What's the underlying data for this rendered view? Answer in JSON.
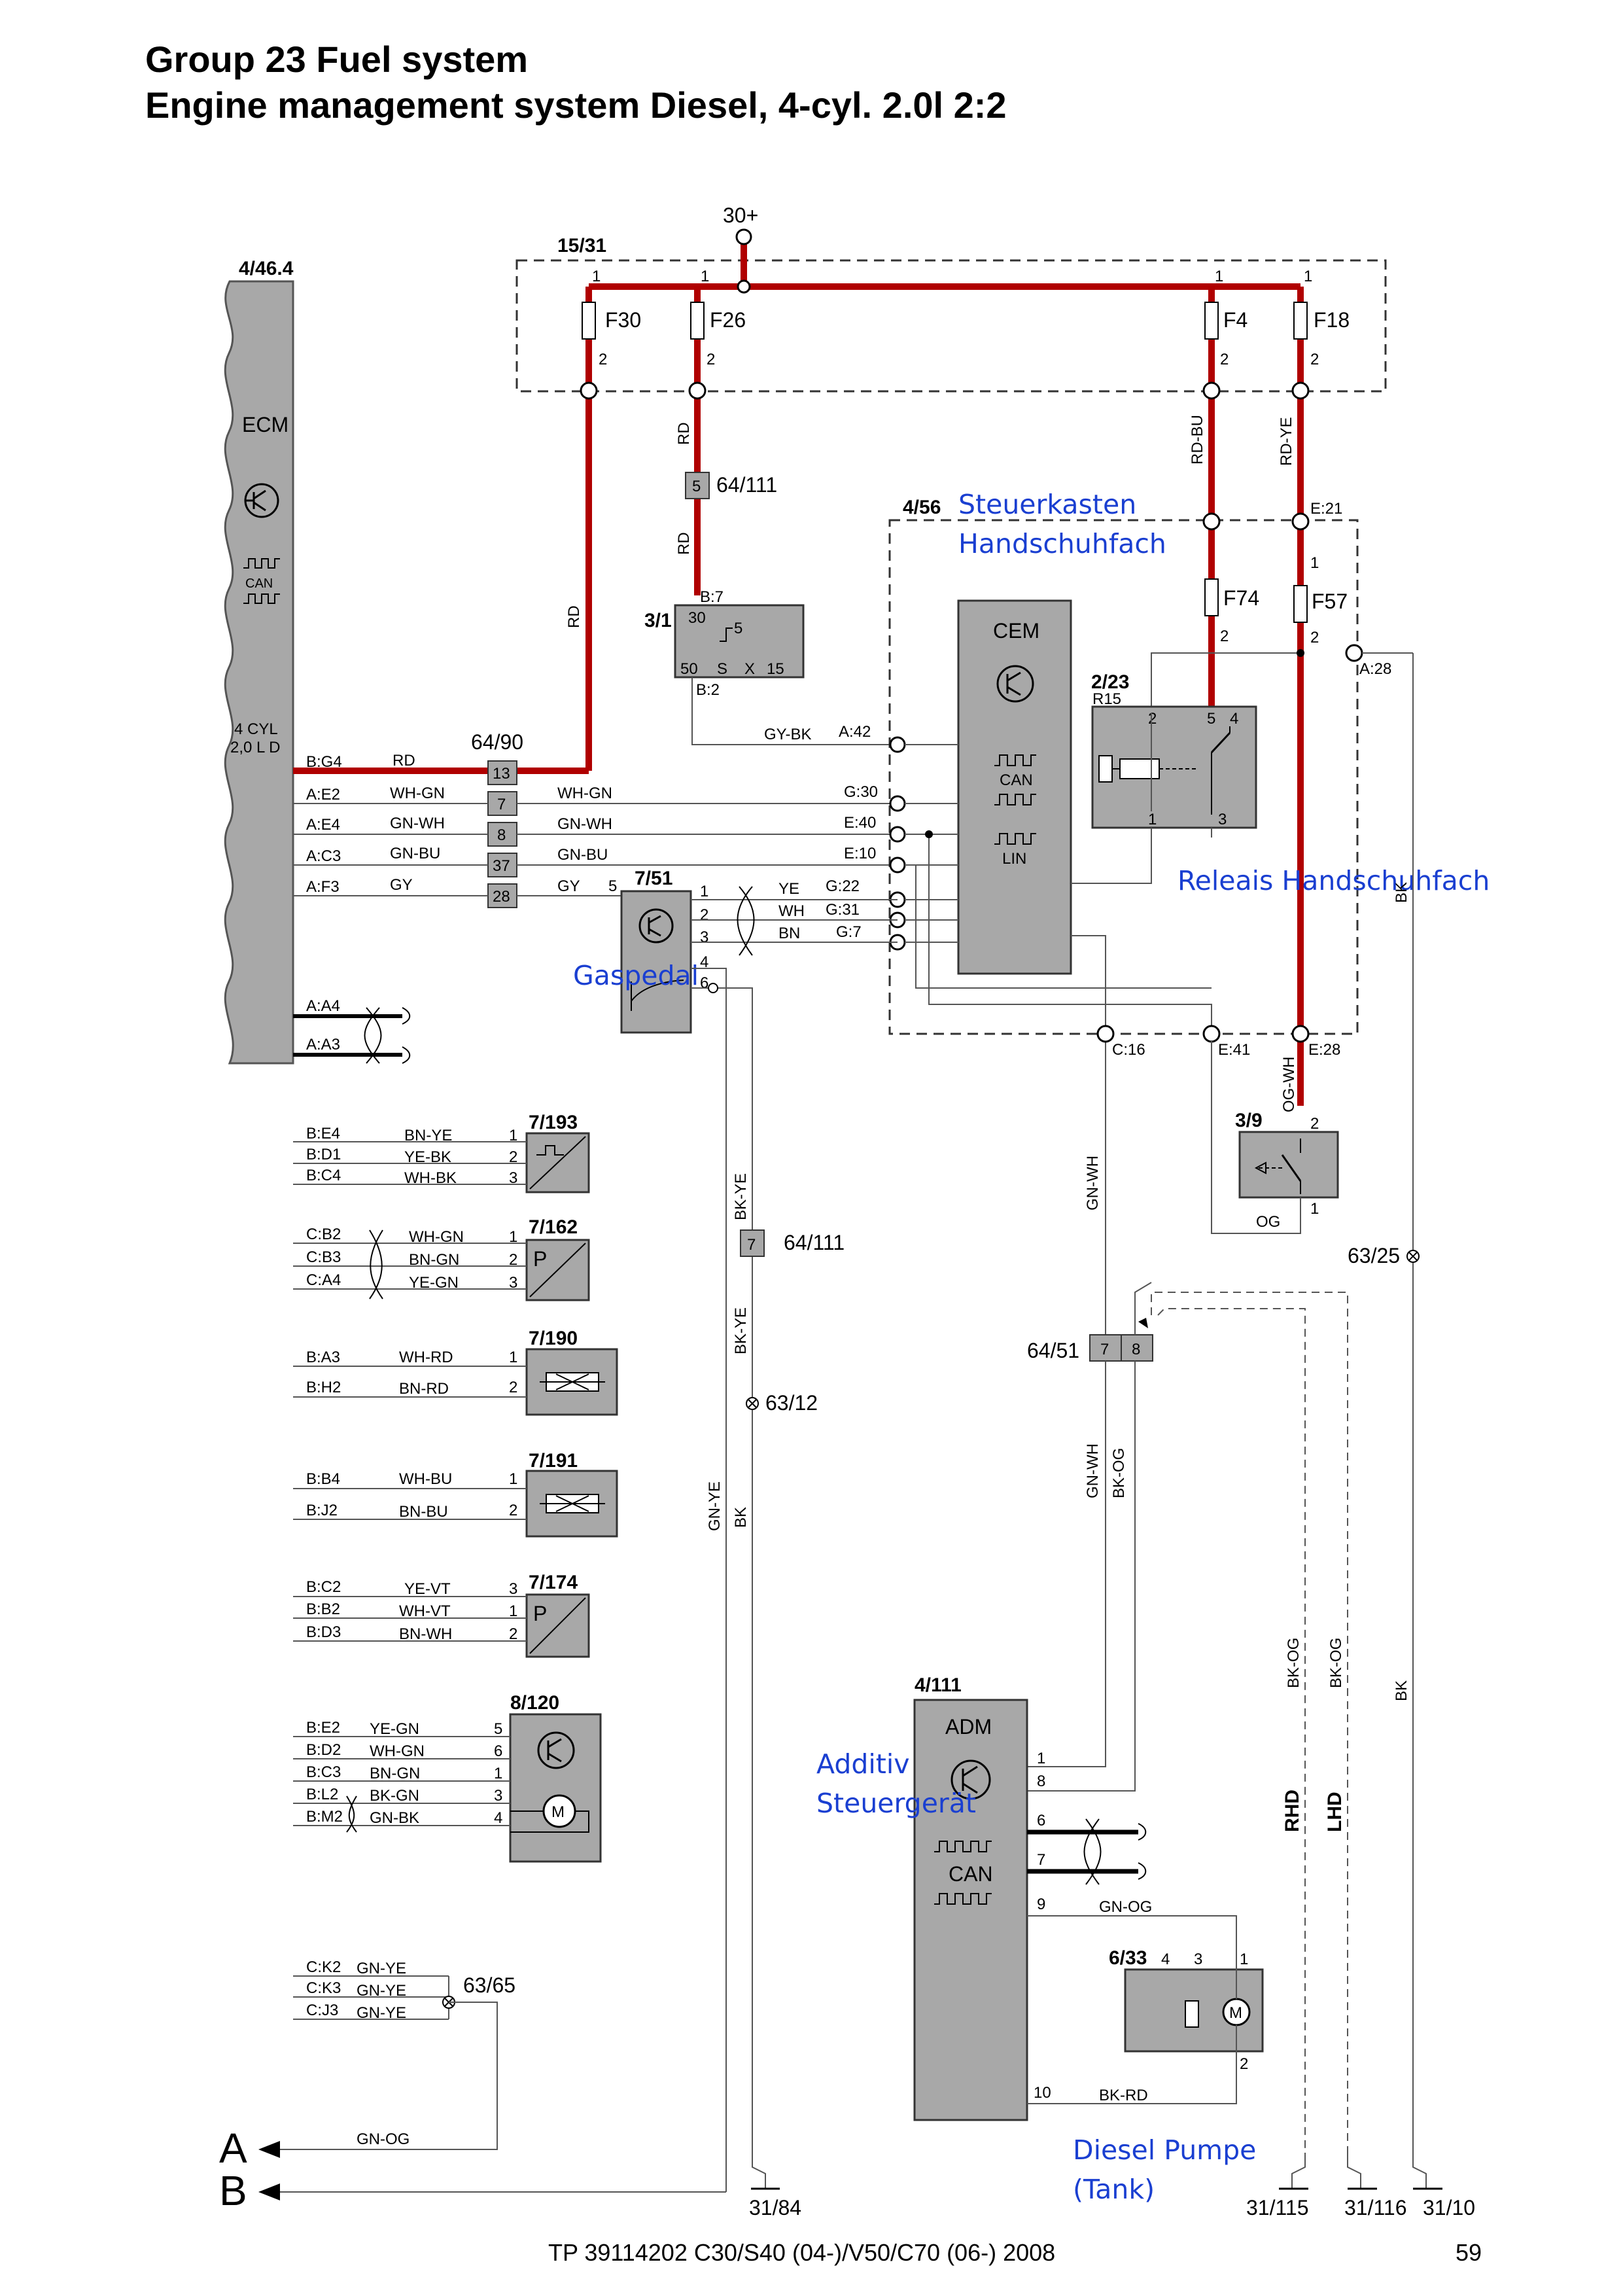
{
  "header": {
    "title_line1": "Group 23 Fuel system",
    "title_line2": "Engine management system Diesel, 4-cyl. 2.0l 2:2"
  },
  "footer": {
    "doc_ref": "TP 39114202 C30/S40 (04-)/V50/C70 (06-) 2008",
    "page_number": "59"
  },
  "colors": {
    "power_wire": "#b00000",
    "annotation": "#1a3fd1",
    "module_fill": "#a8a8a8"
  },
  "icons": [
    "transistor-icon",
    "can-bus-icon",
    "lin-bus-icon",
    "relay-icon",
    "motor-icon",
    "switch-icon",
    "ground-symbol",
    "splice-icon",
    "twisted-pair-icon",
    "arrow-left-icon"
  ],
  "labels": {
    "supply_30": "30+",
    "fusebox": "15/31",
    "ecm_ref": "4/46.4",
    "ecm": "ECM",
    "can": "CAN",
    "lin": "LIN",
    "ecm_variant_1": "4 CYL",
    "ecm_variant_2": "2,0 L D",
    "f30": "F30",
    "f26": "F26",
    "f4": "F4",
    "f18": "F18",
    "f74": "F74",
    "f57": "F57",
    "pin1": "1",
    "pin2": "2",
    "pin3": "3",
    "pin4": "4",
    "pin5": "5",
    "pin6": "6",
    "pin7": "7",
    "pin8": "8",
    "pin9": "9",
    "pin10": "10",
    "pin13": "13",
    "pin28": "28",
    "pin30": "30",
    "pin37": "37",
    "pin50": "50",
    "pin_s": "S",
    "pin_x": "X",
    "pin_15": "15",
    "conn_64_111": "64/111",
    "conn_64_90": "64/90",
    "conn_64_51": "64/51",
    "cem_box": "4/56",
    "cem": "CEM",
    "ign_switch": "3/1",
    "relay_ref": "2/23",
    "relay_r15": "R15",
    "pedal": "7/51",
    "brake_switch": "3/9",
    "adm_ref": "4/111",
    "adm": "ADM",
    "pump_ref": "6/33",
    "s7_193": "7/193",
    "s7_162": "7/162",
    "s7_190": "7/190",
    "s7_191": "7/191",
    "s7_174": "7/174",
    "m8_120": "8/120",
    "p_letter": "P",
    "m_letter": "M",
    "splice_63_25": "63/25",
    "splice_63_12": "63/12",
    "splice_63_65": "63/65",
    "gnd_31_84": "31/84",
    "gnd_31_115": "31/115",
    "gnd_31_116": "31/116",
    "gnd_31_10": "31/10",
    "rhd": "RHD",
    "lhd": "LHD",
    "out_a": "A",
    "out_b": "B",
    "w_rd": "RD",
    "w_rd_bu": "RD-BU",
    "w_rd_ye": "RD-YE",
    "w_gy_bk": "GY-BK",
    "w_wh_gn": "WH-GN",
    "w_gn_wh": "GN-WH",
    "w_gn_bu": "GN-BU",
    "w_gy": "GY",
    "w_ye": "YE",
    "w_wh": "WH",
    "w_bn": "BN",
    "w_og_wh": "OG-WH",
    "w_og": "OG",
    "w_bk_ye": "BK-YE",
    "w_bk_og": "BK-OG",
    "w_gn_og": "GN-OG",
    "w_bk_rd": "BK-RD",
    "w_gn_ye": "GN-YE",
    "w_bk": "BK",
    "w_bn_ye": "BN-YE",
    "w_ye_bk": "YE-BK",
    "w_wh_bk": "WH-BK",
    "w_bn_gn": "BN-GN",
    "w_ye_gn": "YE-GN",
    "w_wh_rd": "WH-RD",
    "w_bn_rd": "BN-RD",
    "w_wh_bu": "WH-BU",
    "w_bn_bu": "BN-BU",
    "w_ye_vt": "YE-VT",
    "w_wh_vt": "WH-VT",
    "w_bn_wh": "BN-WH",
    "w_bk_gn": "BK-GN",
    "w_gn_bk": "GN-BK",
    "e_bg4": "B:G4",
    "e_ae2": "A:E2",
    "e_ae4": "A:E4",
    "e_ac3": "A:C3",
    "e_af3": "A:F3",
    "e_aa4": "A:A4",
    "e_aa3": "A:A3",
    "e_be4": "B:E4",
    "e_bd1": "B:D1",
    "e_bc4": "B:C4",
    "e_cb2": "C:B2",
    "e_cb3": "C:B3",
    "e_ca4": "C:A4",
    "e_ba3": "B:A3",
    "e_bh2": "B:H2",
    "e_bb4": "B:B4",
    "e_bj2": "B:J2",
    "e_bc2": "B:C2",
    "e_bb2": "B:B2",
    "e_bd3": "B:D3",
    "e_be2": "B:E2",
    "e_bd2": "B:D2",
    "e_bc3": "B:C3",
    "e_bl2": "B:L2",
    "e_bm2": "B:M2",
    "e_ck2": "C:K2",
    "e_ck3": "C:K3",
    "e_cj3": "C:J3",
    "c_a42": "A:42",
    "c_g30": "G:30",
    "c_e40": "E:40",
    "c_e10": "E:10",
    "c_g22": "G:22",
    "c_g31": "G:31",
    "c_g7": "G:7",
    "c_e21": "E:21",
    "c_a28": "A:28",
    "c_c16": "C:16",
    "c_e41": "E:41",
    "c_e28": "E:28",
    "c_b7": "B:7",
    "c_b2": "B:2"
  },
  "annotations": {
    "glovebox_box_1": "Steuerkasten",
    "glovebox_box_2": "Handschuhfach",
    "relay_box": "Releais Handschuhfach",
    "pedal": "Gaspedal",
    "adm_1": "Additiv",
    "adm_2": "Steuergerät",
    "pump_1": "Diesel Pumpe",
    "pump_2": "(Tank)"
  }
}
